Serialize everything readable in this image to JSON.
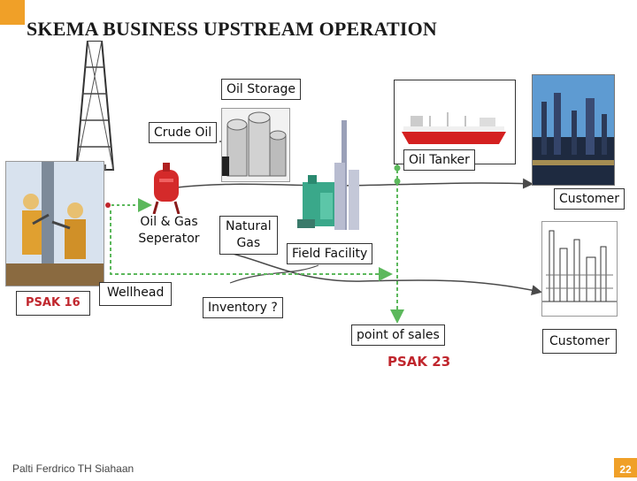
{
  "slide": {
    "title": "SKEMA BUSINESS UPSTREAM OPERATION",
    "author": "Palti Ferdrico TH Siahaan",
    "page_number": "22",
    "accent_color": "#f0a028"
  },
  "labels": {
    "oil_storage": "Oil Storage",
    "crude_oil": "Crude Oil",
    "oil_tanker": "Oil Tanker",
    "customer_top": "Customer",
    "oil_gas_separator_line1": "Oil & Gas",
    "oil_gas_separator_line2": "Seperator",
    "natural_gas_line1": "Natural",
    "natural_gas_line2": "Gas",
    "field_facility": "Field Facility",
    "wellhead": "Wellhead",
    "inventory": "Inventory ?",
    "point_of_sales": "point of sales",
    "customer_bottom": "Customer",
    "psak_16": "PSAK 16",
    "psak_23": "PSAK 23"
  },
  "icons": {
    "oil_rig": "oil-derrick-icon",
    "workers": "drilling-workers-image",
    "separator": "separator-tank-icon",
    "storage": "storage-silo-image",
    "field_facility": "gas-plant-image",
    "tanker": "oil-tanker-image",
    "refinery_top": "refinery-photo",
    "refinery_bottom": "refinery-sketch"
  },
  "colors": {
    "flow_line": "#4a4a4a",
    "dashed_arrow": "#5cb85c",
    "psak": "#c0262d"
  }
}
